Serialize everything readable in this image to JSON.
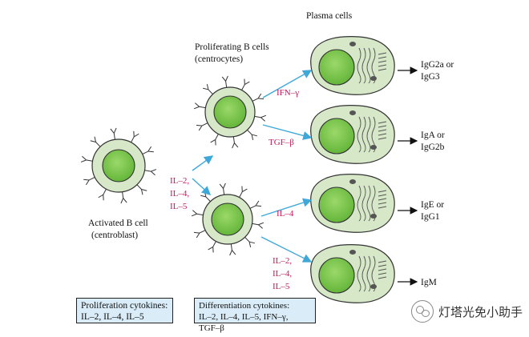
{
  "labels": {
    "plasma": "Plasma cells",
    "prolif_line1": "Proliferating B cells",
    "prolif_line2": "(centrocytes)",
    "activated_line1": "Activated B cell",
    "activated_line2": "(centroblast)"
  },
  "cytokines": {
    "ifn": "IFN–γ",
    "tgf": "TGF–β",
    "il4": "IL–4",
    "mid": [
      "IL–2,",
      "IL–4,",
      "IL–5"
    ],
    "bottom": [
      "IL–2,",
      "IL–4,",
      "IL–5"
    ]
  },
  "outputs": [
    {
      "line1": "IgG2a or",
      "line2": "IgG3"
    },
    {
      "line1": "IgA or",
      "line2": "IgG2b"
    },
    {
      "line1": "IgE or",
      "line2": "IgG1"
    },
    {
      "line1": "IgM",
      "line2": ""
    }
  ],
  "boxes": {
    "proliferation_title": "Proliferation cytokines:",
    "proliferation_list": "IL–2, IL–4, IL–5",
    "differentiation_title": "Differentiation cytokines:",
    "differentiation_list": "IL–2, IL–4, IL–5, IFN–γ, TGF–β"
  },
  "watermark": "灯塔光免小助手",
  "colors": {
    "cell_outer": "#d6e8c8",
    "nucleus": "#7cc84a",
    "arrow": "#3fa8d8",
    "cytokine_text": "#c2185b",
    "box_fill": "#d9ecf8"
  }
}
